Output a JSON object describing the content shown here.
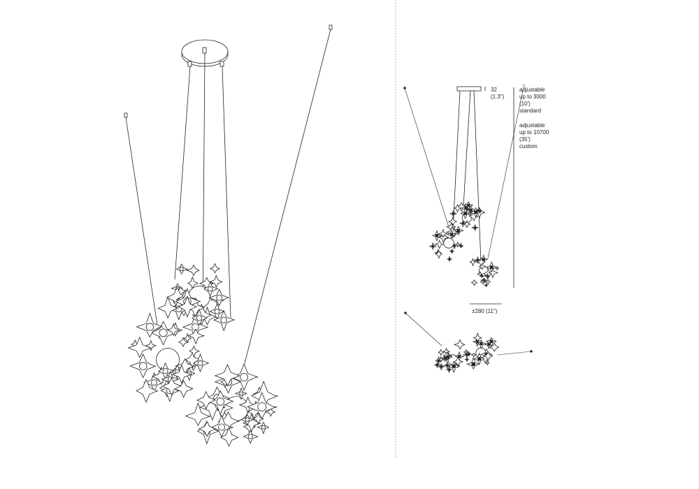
{
  "dimensions": {
    "canopy_height": "32",
    "canopy_height_in": "(1.3\")",
    "standard_line1": "adjustable",
    "standard_line2": "up to 3000",
    "standard_line3": "(10')",
    "standard_line4": "standard",
    "custom_line1": "adjustable",
    "custom_line2": "up to 10700",
    "custom_line3": "(35')",
    "custom_line4": "custom",
    "width": "±280 (11\")"
  },
  "colors": {
    "line": "#222222",
    "divider": "#999999"
  }
}
